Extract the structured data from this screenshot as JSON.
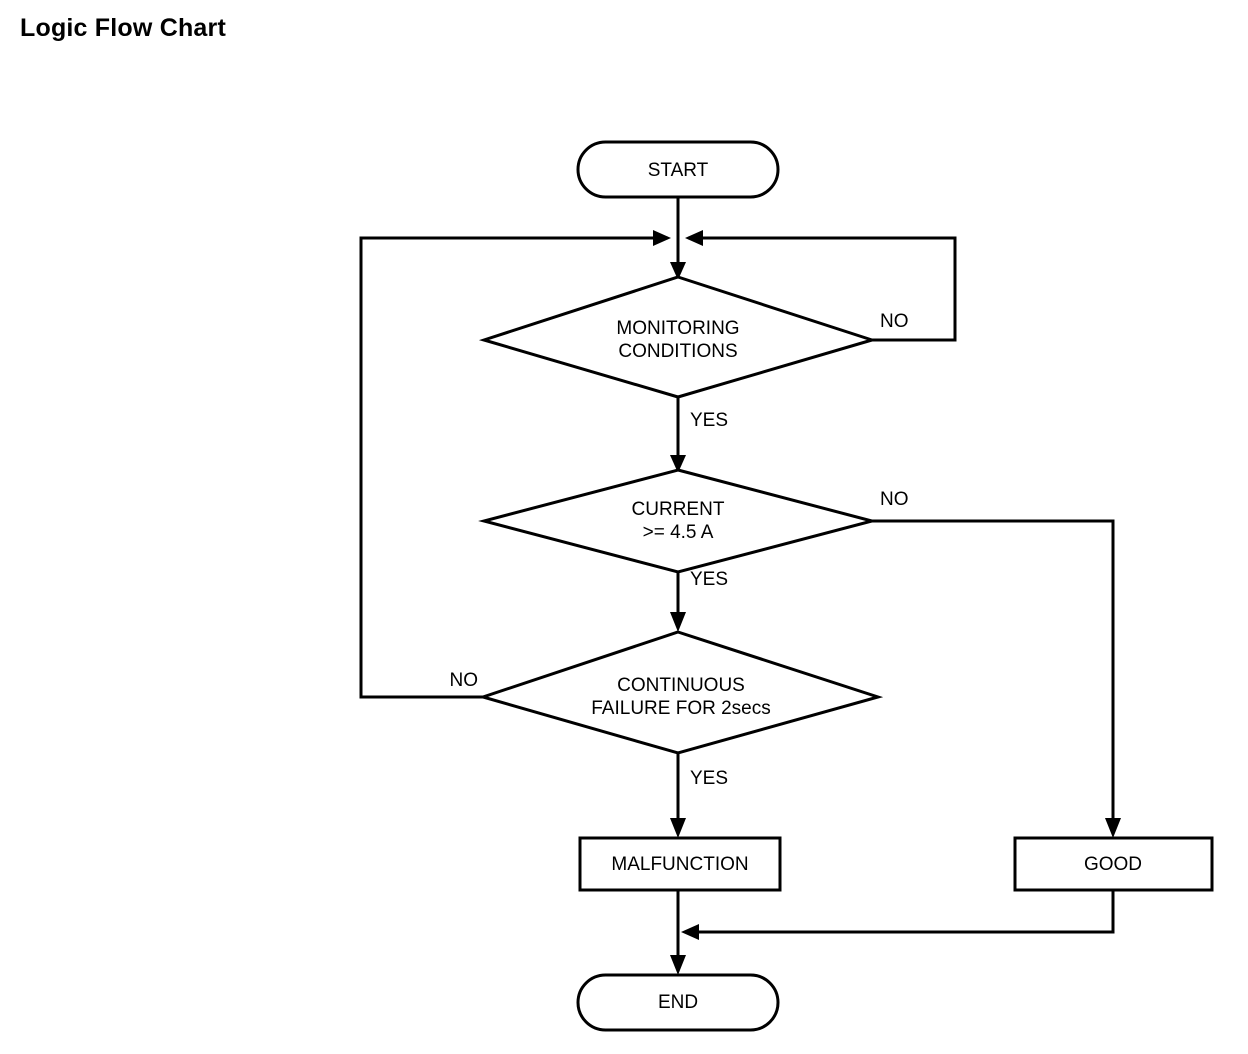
{
  "page": {
    "title": "Logic Flow Chart",
    "background_color": "#ffffff",
    "line_color": "#000000"
  },
  "chart_data": {
    "type": "diagram",
    "subtype": "flowchart",
    "title": "Logic Flow Chart",
    "nodes": [
      {
        "id": "start",
        "shape": "terminator",
        "label": "START"
      },
      {
        "id": "monitoring",
        "shape": "decision",
        "label_line1": "MONITORING",
        "label_line2": "CONDITIONS"
      },
      {
        "id": "current",
        "shape": "decision",
        "label_line1": "CURRENT",
        "label_line2": ">= 4.5 A"
      },
      {
        "id": "continuous",
        "shape": "decision",
        "label_line1": "CONTINUOUS",
        "label_line2": "FAILURE FOR 2secs"
      },
      {
        "id": "malfunction",
        "shape": "process",
        "label": "MALFUNCTION"
      },
      {
        "id": "good",
        "shape": "process",
        "label": "GOOD"
      },
      {
        "id": "end",
        "shape": "terminator",
        "label": "END"
      }
    ],
    "edges": [
      {
        "from": "start",
        "to": "monitoring",
        "label": ""
      },
      {
        "from": "monitoring",
        "to": "current",
        "label": "YES"
      },
      {
        "from": "monitoring",
        "to": "monitoring",
        "label": "NO"
      },
      {
        "from": "current",
        "to": "continuous",
        "label": "YES"
      },
      {
        "from": "current",
        "to": "good",
        "label": "NO"
      },
      {
        "from": "continuous",
        "to": "malfunction",
        "label": "YES"
      },
      {
        "from": "continuous",
        "to": "monitoring",
        "label": "NO"
      },
      {
        "from": "malfunction",
        "to": "end",
        "label": ""
      },
      {
        "from": "good",
        "to": "end",
        "label": ""
      }
    ]
  },
  "labels": {
    "start": "START",
    "monitoring_line1": "MONITORING",
    "monitoring_line2": "CONDITIONS",
    "monitoring_no": "NO",
    "monitoring_yes": "YES",
    "current_line1": "CURRENT",
    "current_line2": ">= 4.5 A",
    "current_no": "NO",
    "current_yes": "YES",
    "continuous_line1": "CONTINUOUS",
    "continuous_line2": "FAILURE FOR 2secs",
    "continuous_no": "NO",
    "continuous_yes": "YES",
    "malfunction": "MALFUNCTION",
    "good": "GOOD",
    "end": "END"
  }
}
